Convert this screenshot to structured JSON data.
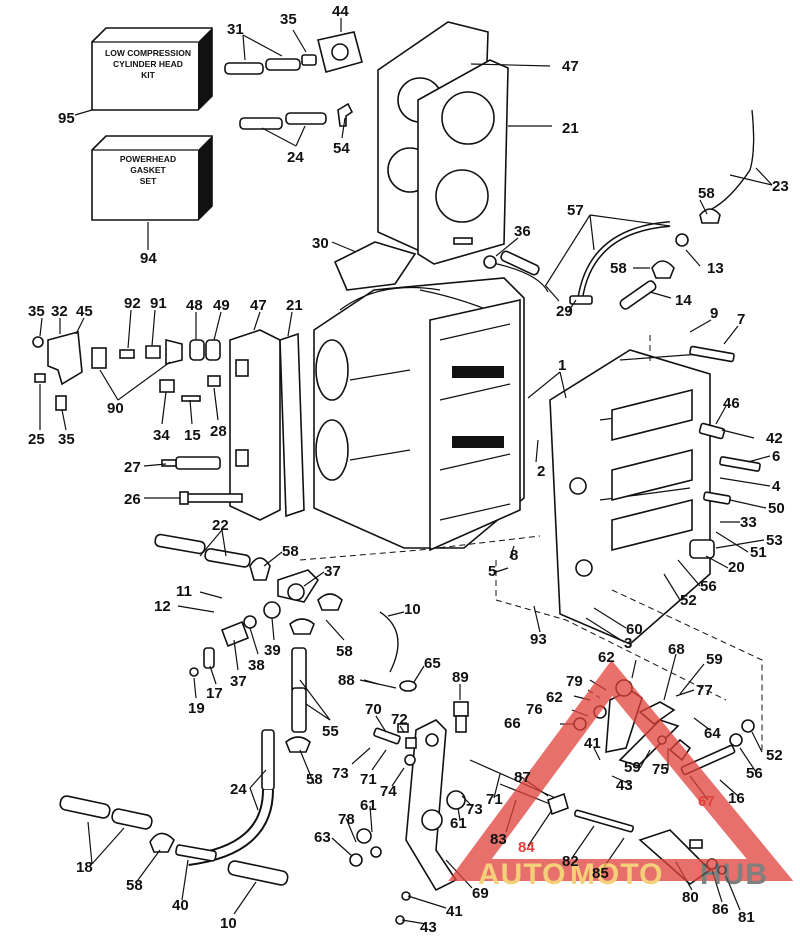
{
  "boxes": {
    "low_compression": [
      "LOW COMPRESSION",
      "CYLINDER HEAD",
      "KIT"
    ],
    "gasket_set": [
      "POWERHEAD",
      "GASKET",
      "SET"
    ]
  },
  "labels": {
    "l95": "95",
    "l94": "94",
    "l31": "31",
    "l35a": "35",
    "l44": "44",
    "l47a": "47",
    "l21a": "21",
    "l24a": "24",
    "l54": "54",
    "l23": "23",
    "l58a": "58",
    "l57": "57",
    "l36": "36",
    "l30": "30",
    "l13": "13",
    "l58b": "58",
    "l14": "14",
    "l29": "29",
    "l9": "9",
    "l7": "7",
    "l35b": "35",
    "l32": "32",
    "l45": "45",
    "l92": "92",
    "l91": "91",
    "l48": "48",
    "l49": "49",
    "l47b": "47",
    "l21b": "21",
    "l1": "1",
    "l25": "25",
    "l35c": "35",
    "l90": "90",
    "l34": "34",
    "l15": "15",
    "l28": "28",
    "l46": "46",
    "l42": "42",
    "l2": "2",
    "l6": "6",
    "l27": "27",
    "l4": "4",
    "l26": "26",
    "l50": "50",
    "l33": "33",
    "l53": "53",
    "l22": "22",
    "l8": "8",
    "l51": "51",
    "l58c": "58",
    "l37a": "37",
    "l5": "5",
    "l20": "20",
    "l56a": "56",
    "l11": "11",
    "l52a": "52",
    "l12": "12",
    "l93": "93",
    "l60": "60",
    "l10a": "10",
    "l3": "3",
    "l39": "39",
    "l58d": "58",
    "l17": "17",
    "l38": "38",
    "l37b": "37",
    "l65": "65",
    "l62a": "62",
    "l68": "68",
    "l59a": "59",
    "l19": "19",
    "l88": "88",
    "l89": "89",
    "l79": "79",
    "l62b": "62",
    "l77": "77",
    "l55": "55",
    "l70": "70",
    "l72": "72",
    "l76": "76",
    "l66": "66",
    "l64": "64",
    "l41a": "41",
    "l52b": "52",
    "l73a": "73",
    "l71a": "71",
    "l58e": "58",
    "l59b": "59",
    "l75": "75",
    "l56b": "56",
    "l43a": "43",
    "l74": "74",
    "l24b": "24",
    "l87": "87",
    "l16": "16",
    "l67": "67",
    "l71b": "71",
    "l61a": "61",
    "l73b": "73",
    "l78": "78",
    "l61b": "61",
    "l63": "63",
    "l84": "84",
    "l83": "83",
    "l82": "82",
    "l18": "18",
    "l85": "85",
    "l58f": "58",
    "l69": "69",
    "l80": "80",
    "l86": "86",
    "l81": "81",
    "l40": "40",
    "l41b": "41",
    "l10b": "10",
    "l43b": "43"
  },
  "watermark": {
    "part1": "AUTO",
    "part2": "MOTO",
    "part3": "HUB",
    "colors": {
      "auto": "#f2c14e",
      "moto": "#f2c14e",
      "hub": "#555555",
      "triangle": "#e0413b"
    }
  }
}
